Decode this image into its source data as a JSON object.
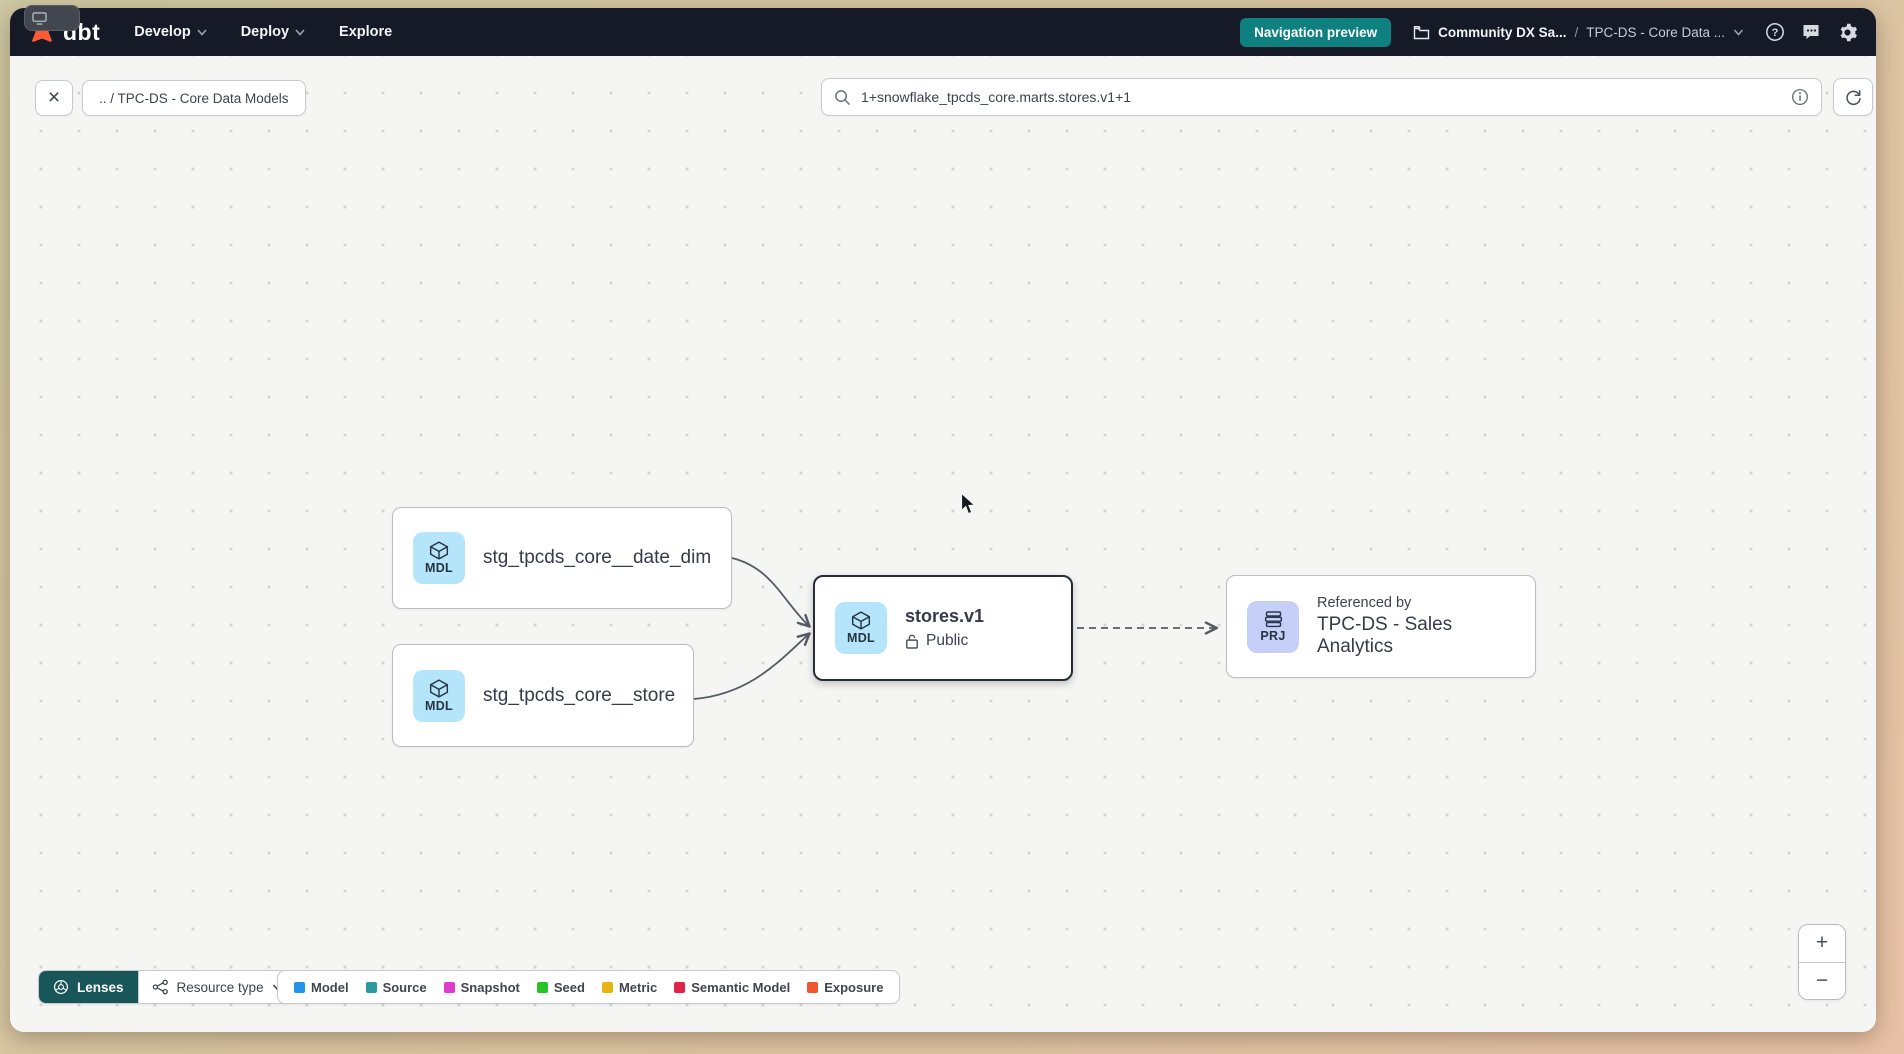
{
  "navbar": {
    "logo": "dbt",
    "menus": [
      {
        "label": "Develop"
      },
      {
        "label": "Deploy"
      },
      {
        "label": "Explore"
      }
    ],
    "preview_badge": "Navigation preview",
    "breadcrumb": {
      "project": "Community DX Sa...",
      "separator": "/",
      "page": "TPC-DS - Core Data ..."
    }
  },
  "toolbar": {
    "close_glyph": "×",
    "path_chip": ".. / TPC-DS - Core Data Models",
    "search_value": "1+snowflake_tpcds_core.marts.stores.v1+1"
  },
  "graph": {
    "nodes": {
      "date_dim": {
        "badge": "MDL",
        "label": "stg_tpcds_core__date_dim"
      },
      "store": {
        "badge": "MDL",
        "label": "stg_tpcds_core__store"
      },
      "stores_v1": {
        "badge": "MDL",
        "label": "stores.v1",
        "access": "Public"
      },
      "sales_analytics": {
        "badge": "PRJ",
        "sublabel": "Referenced by",
        "label": "TPC-DS - Sales Analytics"
      }
    }
  },
  "footer": {
    "lenses_label": "Lenses",
    "resource_type_label": "Resource type",
    "legend": [
      {
        "label": "Model",
        "color": "#2196e8"
      },
      {
        "label": "Source",
        "color": "#2a9a9e"
      },
      {
        "label": "Snapshot",
        "color": "#df3bce"
      },
      {
        "label": "Seed",
        "color": "#27c427"
      },
      {
        "label": "Metric",
        "color": "#eab514"
      },
      {
        "label": "Semantic Model",
        "color": "#e02347"
      },
      {
        "label": "Exposure",
        "color": "#f0562f"
      }
    ],
    "zoom_in": "+",
    "zoom_out": "−"
  },
  "colors": {
    "navbar_bg": "#151a26",
    "accent_teal": "#0f8080",
    "dbt_orange": "#ff5c35",
    "model_badge_bg": "#b5e5fb",
    "project_badge_bg": "#c6cff7"
  }
}
